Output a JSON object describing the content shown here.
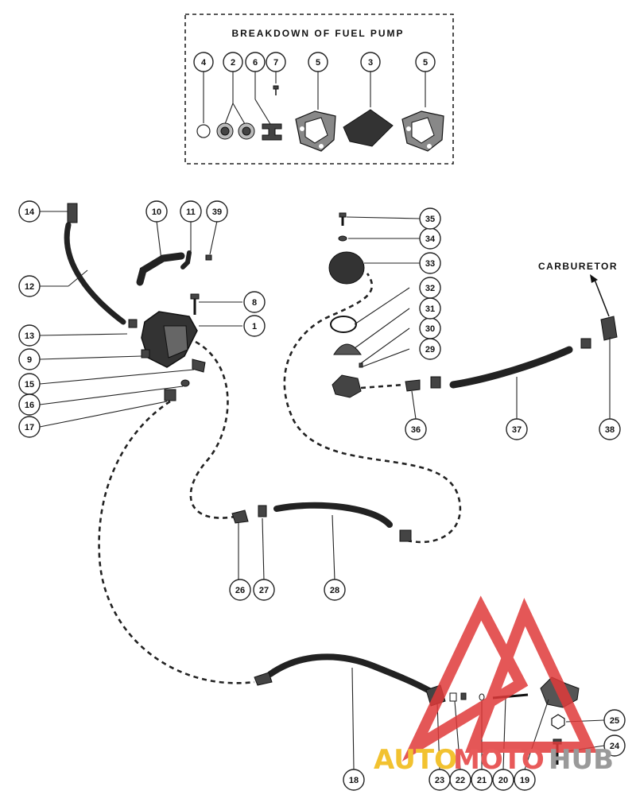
{
  "breakdown": {
    "title": "BREAKDOWN OF FUEL PUMP",
    "callouts": [
      "4",
      "2",
      "6",
      "7",
      "5",
      "3",
      "5"
    ]
  },
  "carburetor_label": "CARBURETOR",
  "callouts": {
    "c1": "1",
    "c8": "8",
    "c9": "9",
    "c10": "10",
    "c11": "11",
    "c12": "12",
    "c13": "13",
    "c14": "14",
    "c15": "15",
    "c16": "16",
    "c17": "17",
    "c18": "18",
    "c19": "19",
    "c20": "20",
    "c21": "21",
    "c22": "22",
    "c23": "23",
    "c24": "24",
    "c25": "25",
    "c26": "26",
    "c27": "27",
    "c28": "28",
    "c29": "29",
    "c30": "30",
    "c31": "31",
    "c32": "32",
    "c33": "33",
    "c34": "34",
    "c35": "35",
    "c36": "36",
    "c37": "37",
    "c38": "38",
    "c39": "39"
  },
  "watermark": {
    "part1": "AUTO",
    "part2": "MOTO",
    "part3": "HUB",
    "colors": {
      "auto": "#f2c230",
      "moto": "#e85a5a",
      "hub": "#9a9a9a",
      "triangle": "#e03a3a"
    }
  }
}
